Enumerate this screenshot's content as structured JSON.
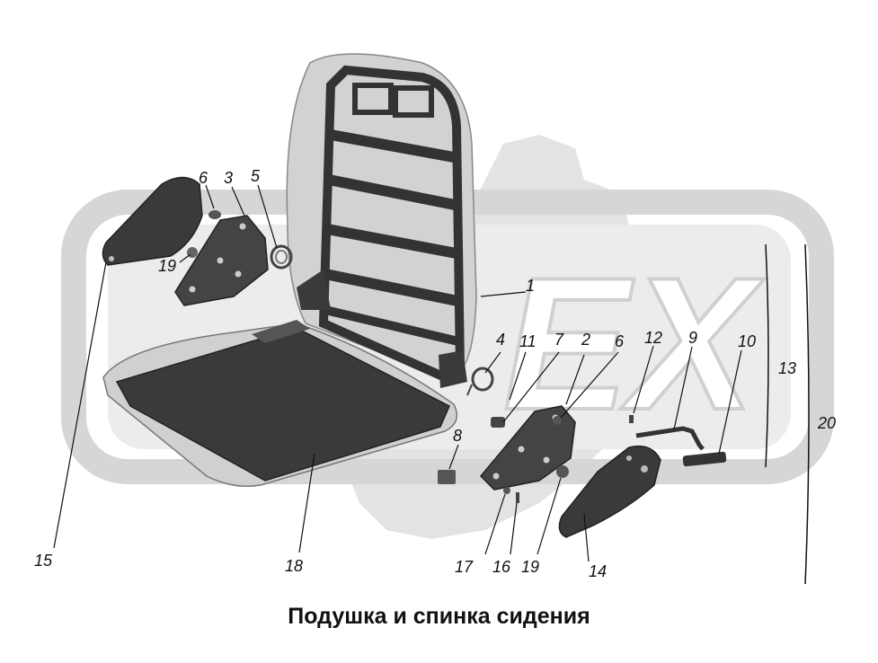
{
  "caption": "Подушка и спинка сидения",
  "watermark": "EX",
  "colors": {
    "part_dark": "#3a3a3a",
    "part_mid": "#6e6e6e",
    "part_light": "#cfcfcf",
    "watermark_fill": "#d9d9d9",
    "line": "#111111"
  },
  "callouts": {
    "c1": "1",
    "c2": "2",
    "c3": "3",
    "c4": "4",
    "c5": "5",
    "c6a": "6",
    "c6b": "6",
    "c7": "7",
    "c8": "8",
    "c9": "9",
    "c10": "10",
    "c11": "11",
    "c12": "12",
    "c13": "13",
    "c14": "14",
    "c15": "15",
    "c16": "16",
    "c17": "17",
    "c18": "18",
    "c19a": "19",
    "c19b": "19",
    "c20": "20"
  }
}
